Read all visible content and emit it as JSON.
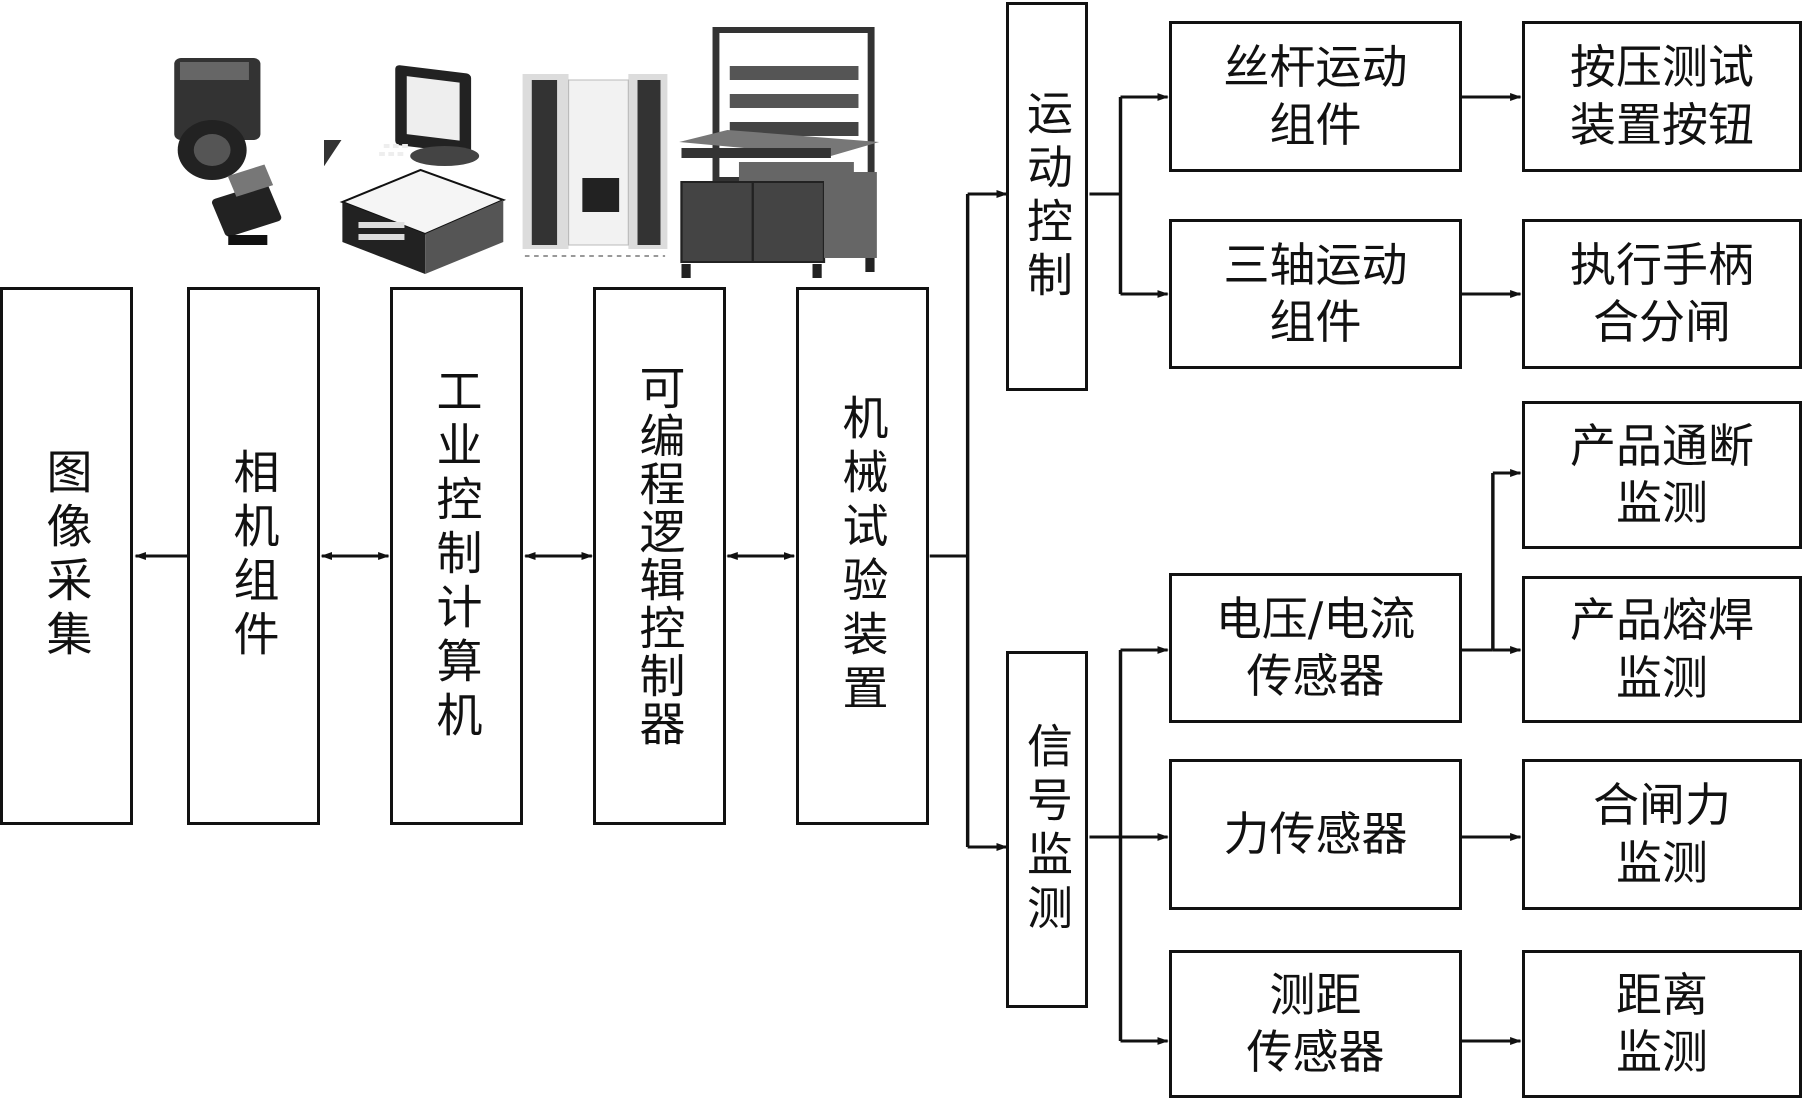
{
  "main_chain": {
    "image_acquisition": "图像采集",
    "camera_assembly": "相机组件",
    "industrial_pc": "工业控制计算机",
    "plc": "可编程逻辑控制器",
    "test_device": "机械试验装置"
  },
  "branches": {
    "motion_control": "运动控制",
    "signal_monitoring": "信号监测"
  },
  "motion": {
    "screw_assembly": "丝杆运动\n组件",
    "three_axis_assembly": "三轴运动\n组件",
    "press_test_button": "按压测试\n装置按钮",
    "handle_open_close": "执行手柄\n合分闸"
  },
  "signal": {
    "vi_sensor": "电压/电流\n传感器",
    "force_sensor": "力传感器",
    "distance_sensor": "测距\n传感器",
    "continuity_monitor": "产品通断\n监测",
    "welding_monitor": "产品熔焊\n监测",
    "closing_force_monitor": "合闸力\n监测",
    "distance_monitor": "距离\n监测"
  },
  "icons": [
    "camera-icon",
    "computer-icon",
    "plc-icon",
    "test-rig-icon"
  ]
}
